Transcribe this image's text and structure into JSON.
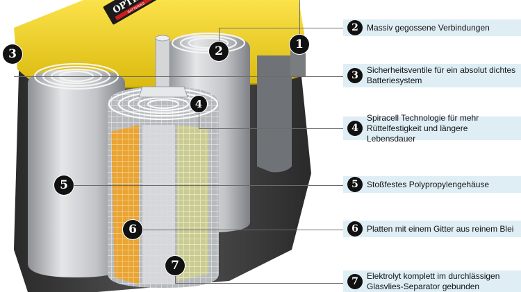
{
  "brand": {
    "name": "OPTIMA",
    "sub": "BATTERIES"
  },
  "callouts": [
    {
      "num": "2",
      "text": "Massiv gegossene Verbindungen"
    },
    {
      "num": "3",
      "text": "Sicherheitsventile für ein absolut dichtes Batteriesystem"
    },
    {
      "num": "4",
      "text": "Spiracell Technologie für mehr Rüttelfestigkeit und längere Lebensdauer"
    },
    {
      "num": "5",
      "text": "Stoßfestes Polypropylengehäuse"
    },
    {
      "num": "6",
      "text": "Platten mit einem Gitter aus reinem Blei"
    },
    {
      "num": "7",
      "text": "Elektrolyt komplett im durchlässigen Glasvlies-Separator gebunden"
    }
  ],
  "markers": [
    "1",
    "2",
    "3",
    "4",
    "5",
    "6",
    "7"
  ],
  "colors": {
    "case_yellow": "#f2d21c",
    "case_gray": "#3e3e3e",
    "cell_silver": "#c9cbcd",
    "plate_orange": "#e8a330",
    "plate_green": "#c7c98a",
    "legend_bg": "#dfeef5",
    "marker": "#111111"
  }
}
